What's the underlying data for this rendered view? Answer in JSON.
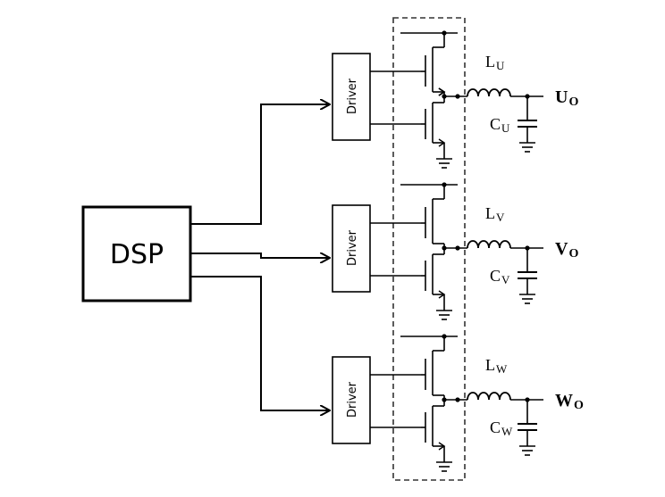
{
  "dsp": {
    "label": "DSP"
  },
  "phases": [
    {
      "driver": "Driver",
      "inductor": "L",
      "inductor_sub": "U",
      "capacitor": "C",
      "capacitor_sub": "U",
      "output": "U",
      "output_sub": "O"
    },
    {
      "driver": "Driver",
      "inductor": "L",
      "inductor_sub": "V",
      "capacitor": "C",
      "capacitor_sub": "V",
      "output": "V",
      "output_sub": "O"
    },
    {
      "driver": "Driver",
      "inductor": "L",
      "inductor_sub": "W",
      "capacitor": "C",
      "capacitor_sub": "W",
      "output": "W",
      "output_sub": "O"
    }
  ]
}
